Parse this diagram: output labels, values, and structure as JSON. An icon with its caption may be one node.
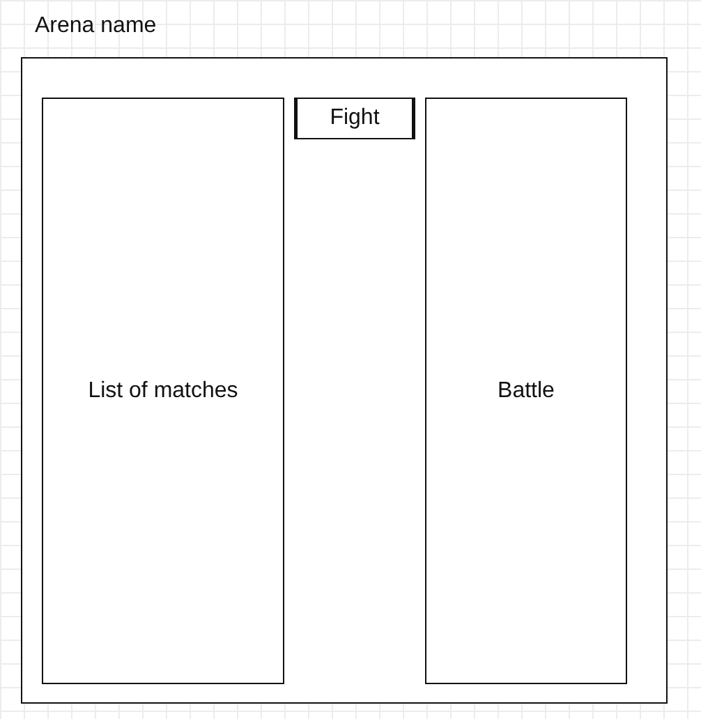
{
  "diagram": {
    "nodes": [
      {
        "text": [
          "Arena name"
        ]
      },
      {
        "text": [
          "List of matches"
        ],
        "in": 0
      },
      {
        "text": [
          "Fight"
        ],
        "in": 0
      },
      {
        "text": [
          "Battle"
        ],
        "in": 0
      }
    ],
    "edges": []
  }
}
